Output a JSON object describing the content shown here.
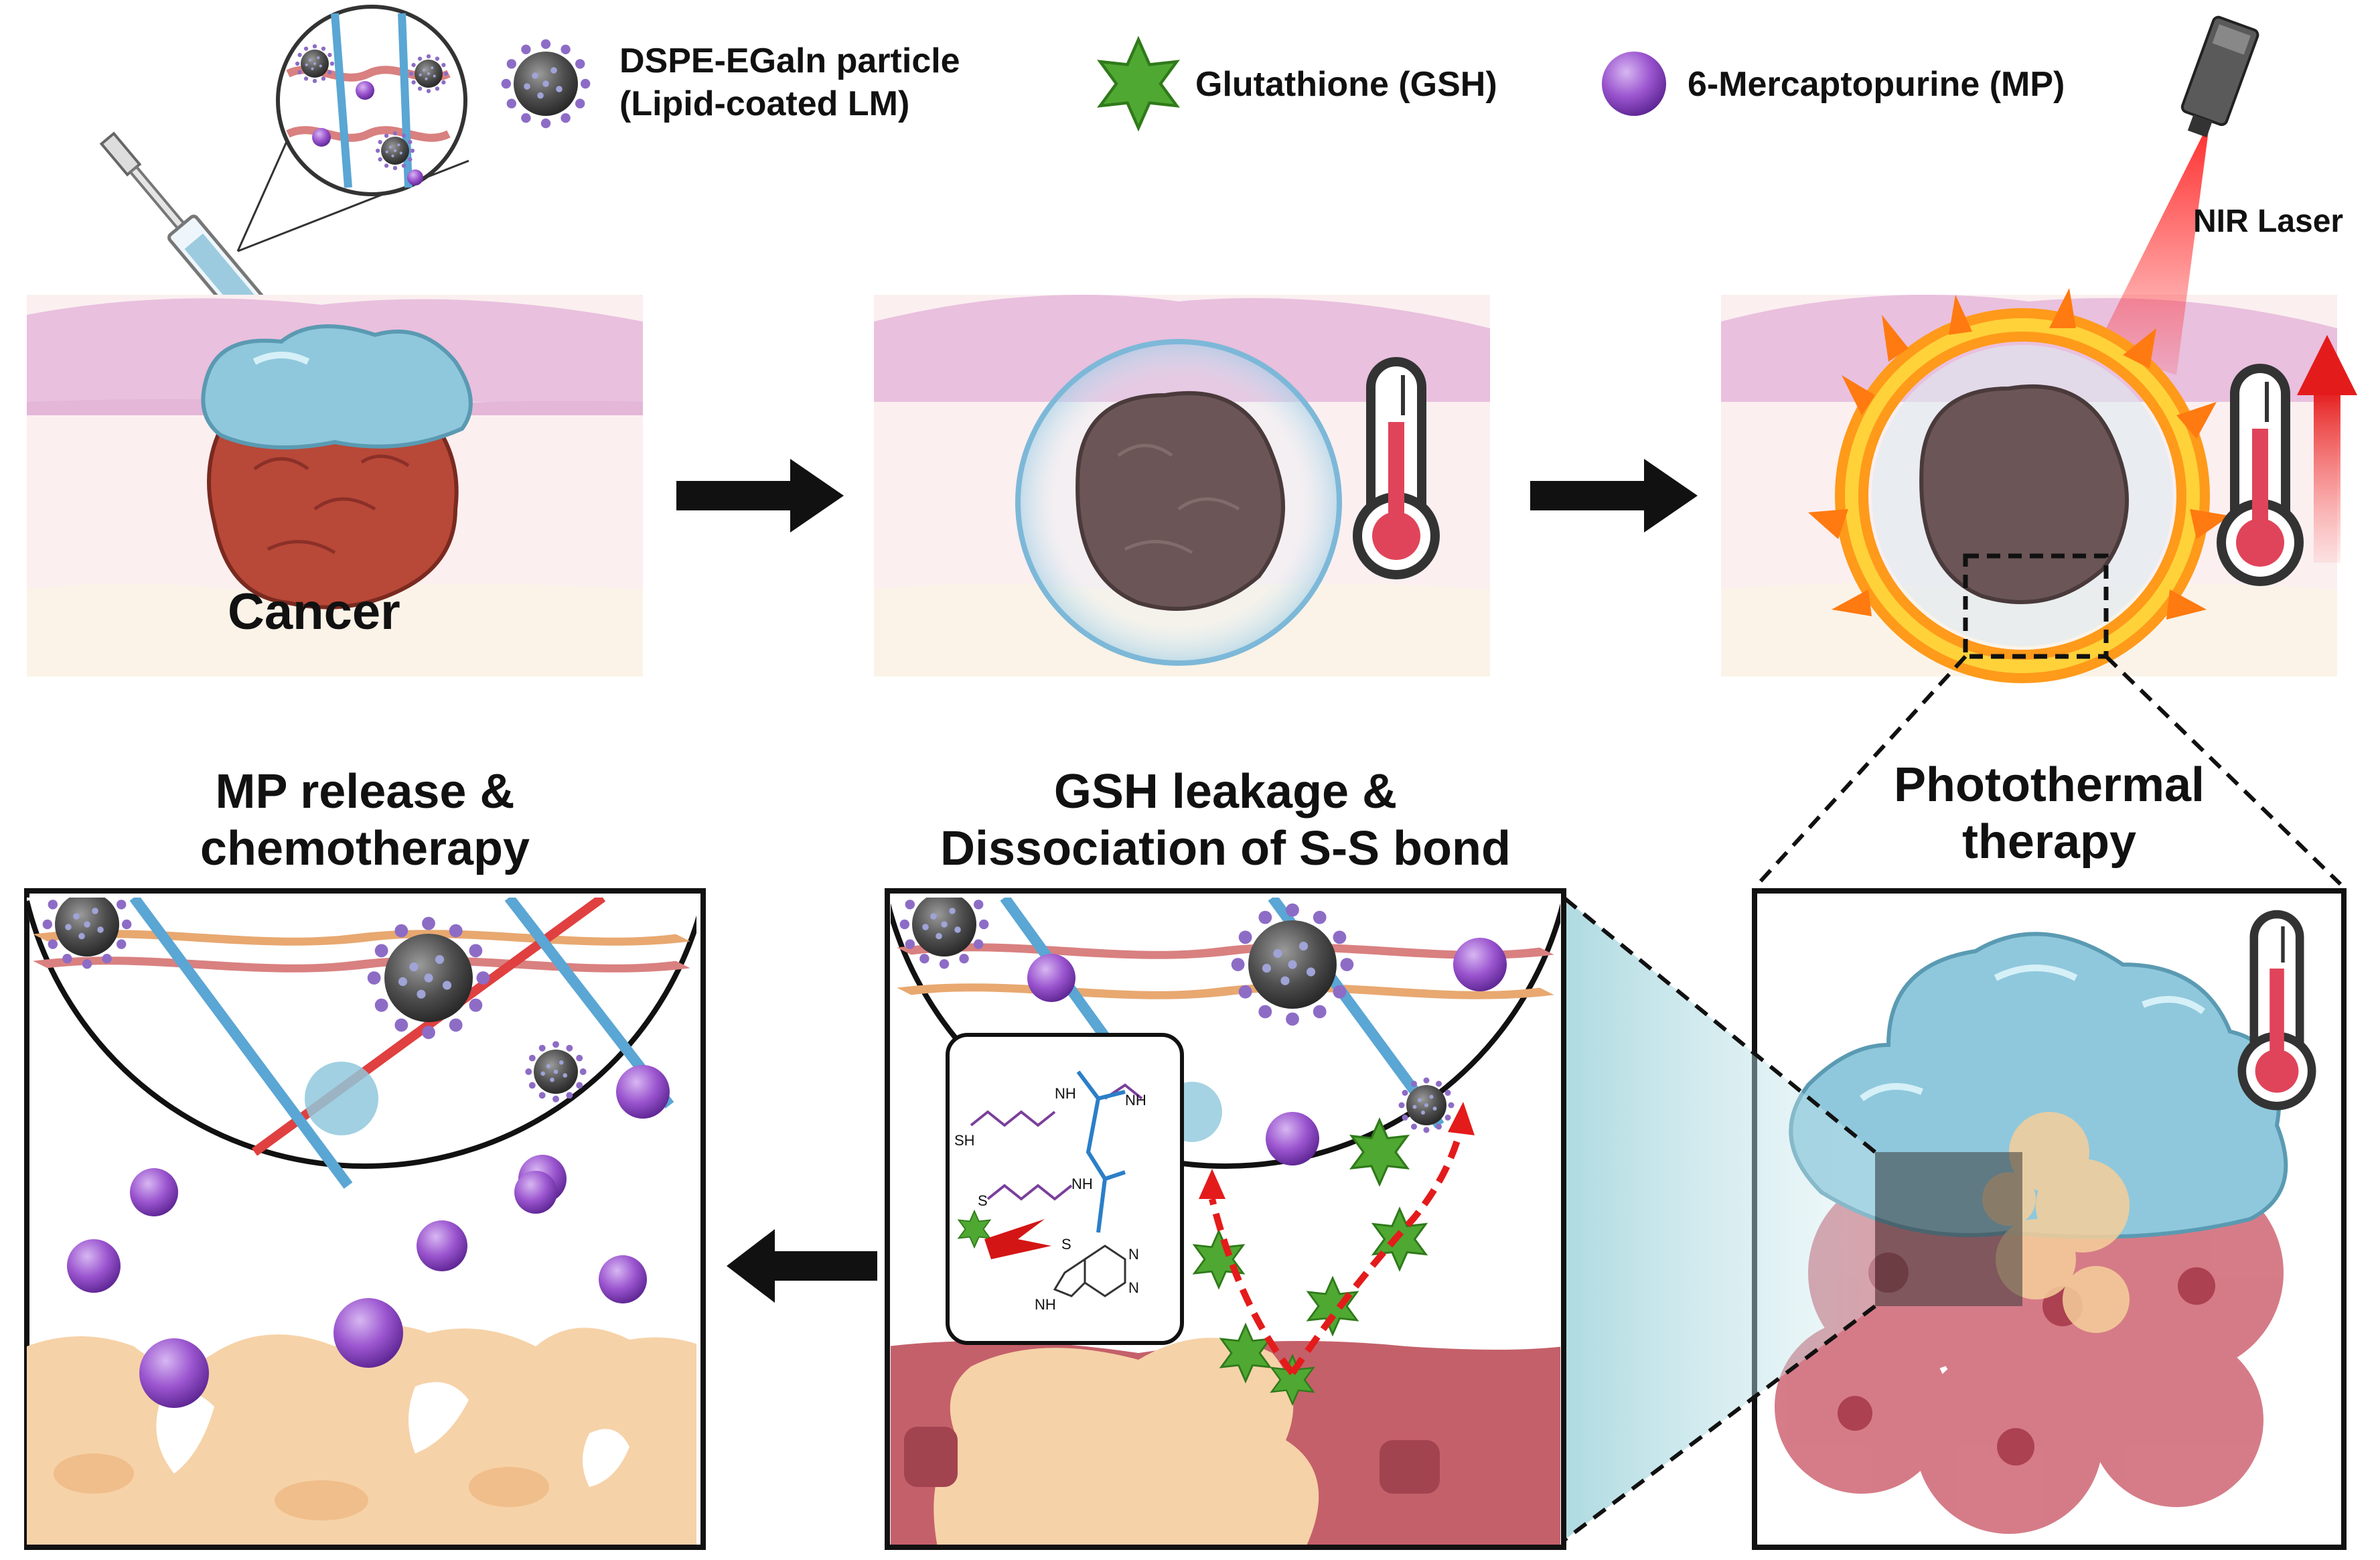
{
  "legend": {
    "particle_line1": "DSPE-EGaln particle",
    "particle_line2": "(Lipid-coated LM)",
    "gsh": "Glutathione (GSH)",
    "mp": "6-Mercaptopurine (MP)"
  },
  "labels": {
    "nir_laser": "NIR Laser",
    "cancer": "Cancer"
  },
  "titles": {
    "mp_release_line1": "MP release &",
    "mp_release_line2": "chemotherapy",
    "gsh_leakage_line1": "GSH leakage &",
    "gsh_leakage_line2": "Dissociation of S-S bond",
    "photothermal_line1": "Photothermal",
    "photothermal_line2": "therapy"
  },
  "chem": {
    "nh1": "NH",
    "nh2": "NH",
    "nh3": "NH",
    "sh": "SH",
    "s1": "S",
    "s2": "S",
    "nh_purine": "NH",
    "n1": "N",
    "n2": "N"
  },
  "colors": {
    "skin_top": "#e6b3d6",
    "skin_mid": "#f5dfe6",
    "tumor_red": "#b3463a",
    "tumor_dark": "#6b5556",
    "hydrogel_blue": "#8fc8dc",
    "gsh_green": "#4fa832",
    "mp_purple": "#8d4cc0",
    "laser_red": "#e01a1a",
    "arrow_black": "#111111"
  }
}
